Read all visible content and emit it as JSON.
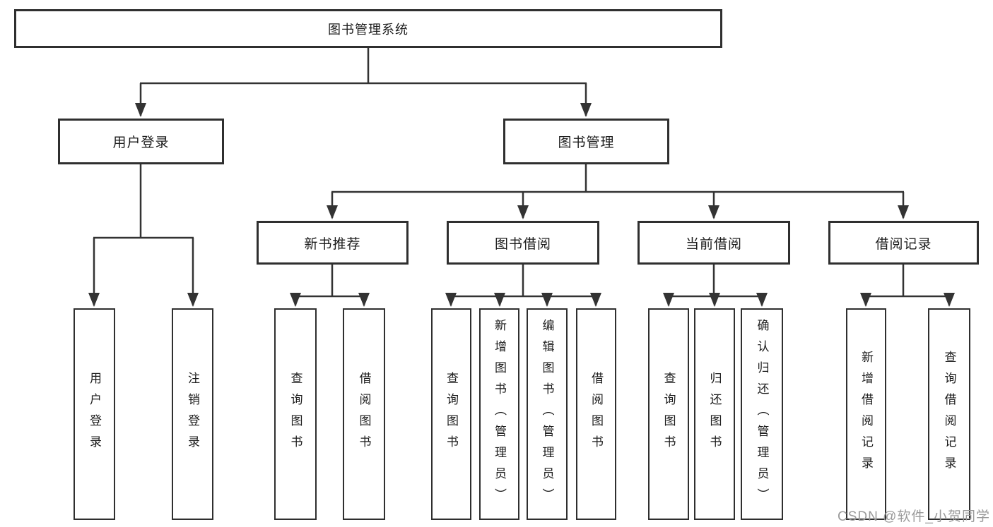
{
  "tree": {
    "label": "图书管理系统",
    "children": [
      {
        "label": "用户登录",
        "children": [
          {
            "label": "用户登录"
          },
          {
            "label": "注销登录"
          }
        ]
      },
      {
        "label": "图书管理",
        "children": [
          {
            "label": "新书推荐",
            "children": [
              {
                "label": "查询图书"
              },
              {
                "label": "借阅图书"
              }
            ]
          },
          {
            "label": "图书借阅",
            "children": [
              {
                "label": "查询图书"
              },
              {
                "label": "新增图书（管理员）"
              },
              {
                "label": "编辑图书（管理员）"
              },
              {
                "label": "借阅图书"
              }
            ]
          },
          {
            "label": "当前借阅",
            "children": [
              {
                "label": "查询图书"
              },
              {
                "label": "归还图书"
              },
              {
                "label": "确认归还（管理员）"
              }
            ]
          },
          {
            "label": "借阅记录",
            "children": [
              {
                "label": "新增借阅记录"
              },
              {
                "label": "查询借阅记录"
              }
            ]
          }
        ]
      }
    ]
  },
  "watermark": {
    "text": "CSDN @软件_小贺同学"
  },
  "colors": {
    "background": "#ffffff",
    "line": "#333333",
    "box_border": "#2f2f2f",
    "text": "#1c1c1c",
    "watermark": "#9a9a9a"
  }
}
